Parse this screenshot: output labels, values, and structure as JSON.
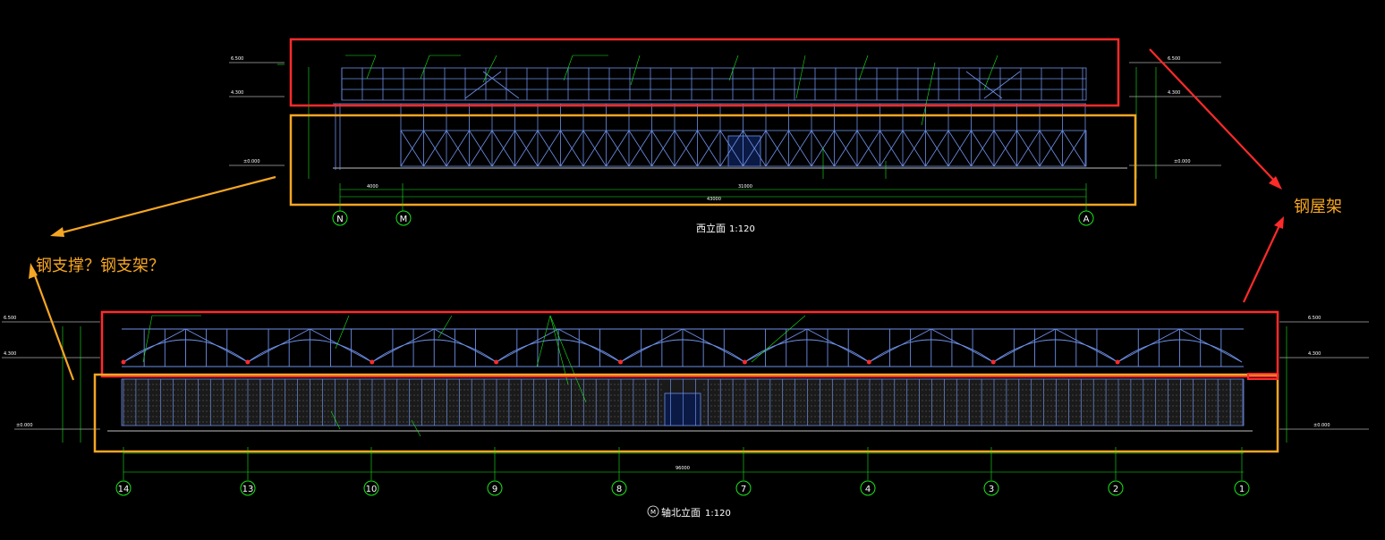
{
  "drawing": {
    "west_elevation": {
      "title": "西立面",
      "scale": "1:120",
      "axes": [
        "N",
        "M",
        "A"
      ],
      "total_dim": "43000",
      "left_dim": "4000",
      "main_dim": "31000",
      "elev_top": "6.500",
      "elev_mid": "4.300",
      "elev_ground": "±0.000"
    },
    "north_elevation": {
      "title": "轴北立面",
      "axis_ref": "M",
      "scale": "1:120",
      "axes": [
        "14",
        "13",
        "10",
        "9",
        "8",
        "7",
        "4",
        "3",
        "2",
        "1"
      ],
      "total_dim": "96000",
      "elev_top": "6.500",
      "elev_mid": "4.300",
      "elev_ground": "±0.000"
    }
  },
  "annotations": {
    "left": "钢支撑？钢支架？",
    "right": "钢屋架"
  },
  "colors": {
    "background": "#000000",
    "roof_box": "#ff2a2a",
    "support_box": "#f5a623",
    "axis_circle": "#19e619",
    "structure": "#6d8fe6",
    "leader": "#19e619"
  }
}
